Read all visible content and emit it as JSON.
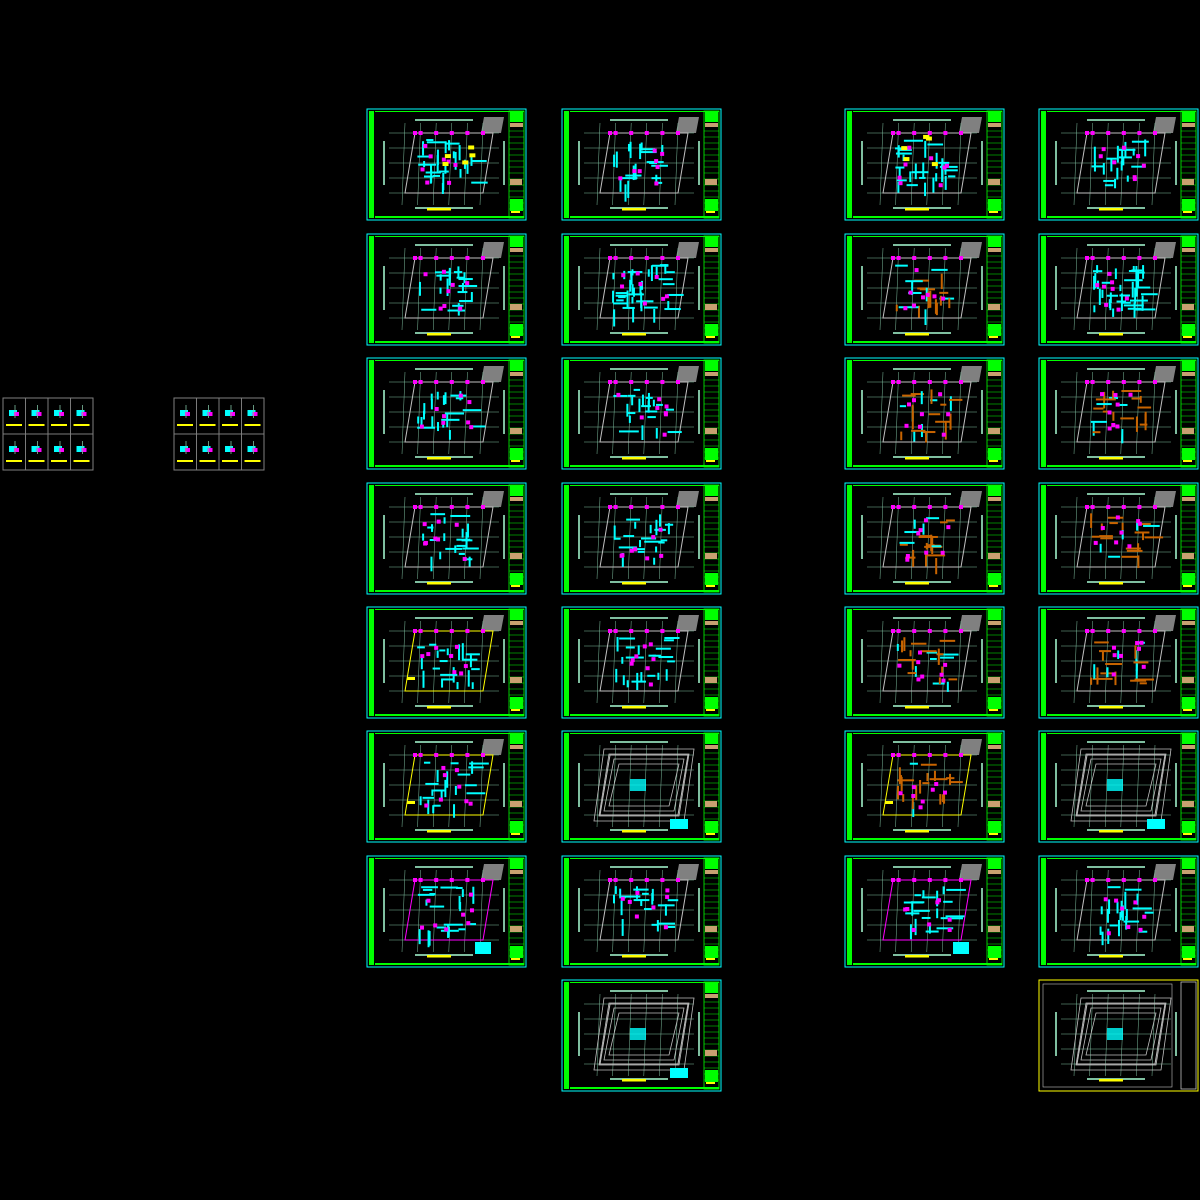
{
  "canvas": {
    "background": "#000000"
  },
  "colors": {
    "frame": "#00ffff",
    "strip": "#00ff00",
    "grid": "#7fbfa0",
    "outline": "#c0c0c0",
    "duct": "#00ffff",
    "equip": "#ff00ff",
    "pipe_orange": "#c86400",
    "label": "#ffff00",
    "titleblock_tan": "#c8a070",
    "stamp": "#808080",
    "thumb_border": "#808080"
  },
  "thumbnail_groups": [
    {
      "name": "detail-group-left",
      "cells": 8
    },
    {
      "name": "detail-group-right",
      "cells": 8
    }
  ],
  "sheet_columns": [
    {
      "name": "column-1",
      "sheets": [
        "site",
        "cyan",
        "cyan",
        "cyan",
        "cyan-yellow",
        "cyan-yellow",
        "magenta"
      ]
    },
    {
      "name": "column-2",
      "sheets": [
        "cyan",
        "dense",
        "cyan",
        "cyan",
        "cyan",
        "ring",
        "cyan",
        "ring"
      ]
    },
    {
      "name": "column-3",
      "sheets": [
        "site",
        "orange",
        "orange",
        "orange",
        "orange-cyan",
        "orange-yellow",
        "magenta"
      ]
    },
    {
      "name": "column-4",
      "sheets": [
        "cyan",
        "dense",
        "orange",
        "orange",
        "orange",
        "ring",
        "cyan",
        "ring-plain"
      ]
    }
  ]
}
